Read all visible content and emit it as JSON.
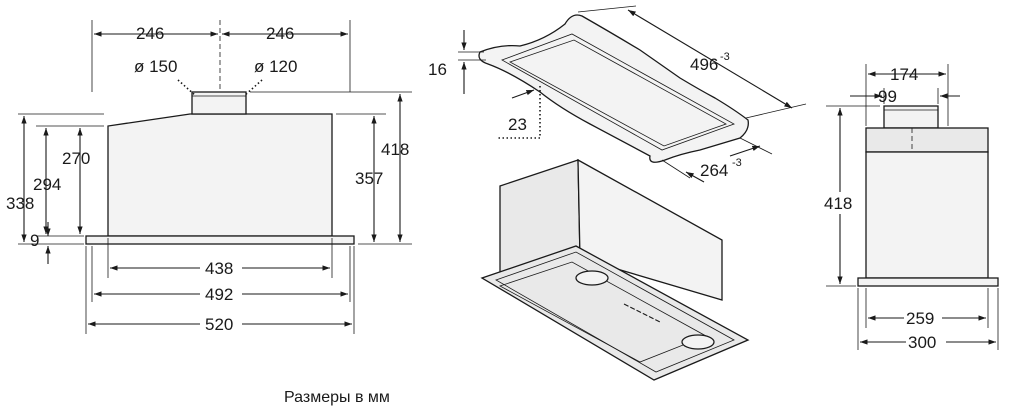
{
  "front": {
    "w_left": "246",
    "w_right": "246",
    "dia_left": "ø 150",
    "dia_right": "ø 120",
    "h_418": "418",
    "h_357": "357",
    "h_338": "338",
    "h_294": "294",
    "h_270": "270",
    "h_9": "9",
    "w_438": "438",
    "w_492": "492",
    "w_520": "520"
  },
  "cutout": {
    "h_16": "16",
    "len": "496",
    "len_tol": "-3",
    "depth": "264",
    "depth_tol": "-3",
    "offset": "23"
  },
  "side": {
    "w_174": "174",
    "w_99": "99",
    "h_418": "418",
    "w_259": "259",
    "w_300": "300"
  },
  "caption": "Размеры в мм",
  "colors": {
    "line": "#1a1a1a",
    "fill_light": "#f3f3f3",
    "fill_mid": "#e9e9e9"
  }
}
